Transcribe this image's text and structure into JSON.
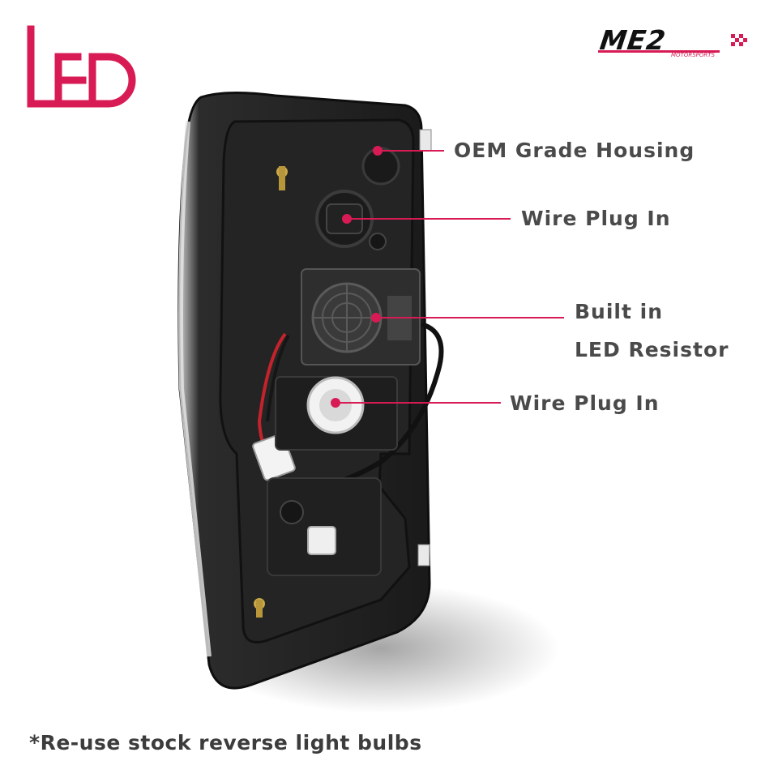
{
  "brand": {
    "badge_text": "LED",
    "logo_text": "ME2",
    "logo_subtext": "MOTORSPORTS"
  },
  "colors": {
    "accent": "#d81b55",
    "text": "#4a4a4a",
    "housing": "#1f1f1f"
  },
  "callouts": [
    {
      "label": "OEM Grade Housing"
    },
    {
      "label": "Wire Plug In"
    },
    {
      "label_line1": "Built in",
      "label_line2": "LED Resistor"
    },
    {
      "label": "Wire Plug In"
    }
  ],
  "footnote": "*Re-use stock reverse light bulbs"
}
